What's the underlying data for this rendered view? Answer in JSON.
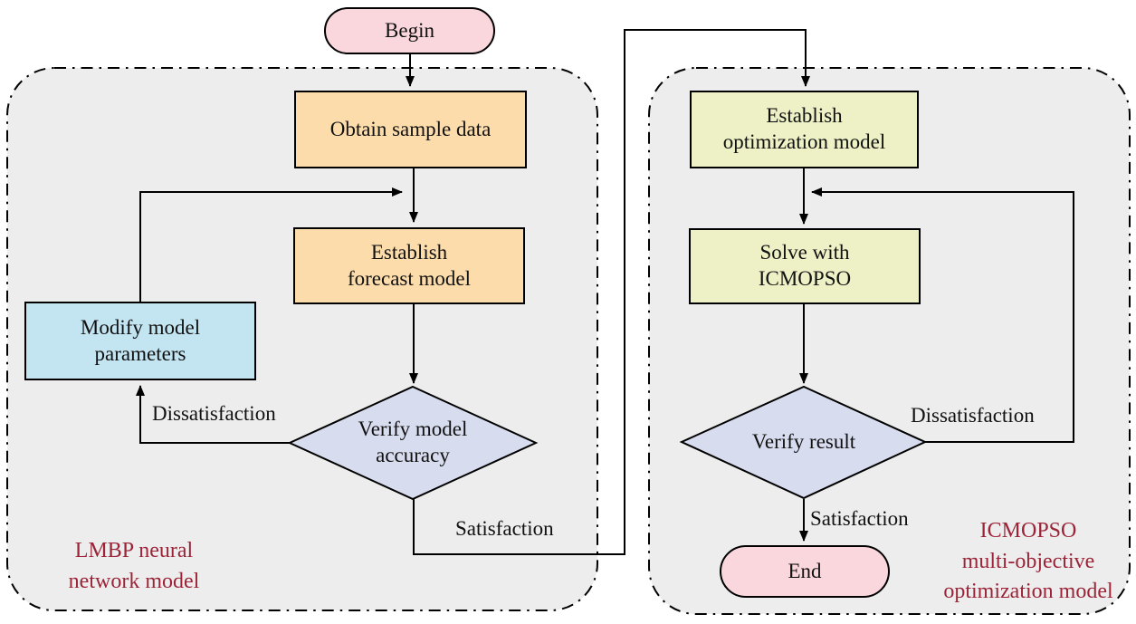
{
  "colors": {
    "panel_fill": "#ededed",
    "terminal_fill": "#f9d7dd",
    "process_left_fill": "#fcdcab",
    "modify_fill": "#c3e5f2",
    "decision_fill": "#d8dcef",
    "process_right_fill": "#eef0c6",
    "caption_text": "#9b2438",
    "line": "#000000"
  },
  "nodes": {
    "begin": {
      "label": "Begin"
    },
    "obtain_sample_data": {
      "label": "Obtain sample data"
    },
    "establish_forecast_model": {
      "line1": "Establish",
      "line2": "forecast model"
    },
    "modify_model_parameters": {
      "line1": "Modify model",
      "line2": "parameters"
    },
    "verify_model_accuracy": {
      "line1": "Verify model",
      "line2": "accuracy"
    },
    "establish_optimization_model": {
      "line1": "Establish",
      "line2": "optimization model"
    },
    "solve_with_icmopso": {
      "line1": "Solve with",
      "line2": "ICMOPSO"
    },
    "verify_result": {
      "label": "Verify result"
    },
    "end": {
      "label": "End"
    }
  },
  "edge_labels": {
    "left_dissatisfaction": "Dissatisfaction",
    "left_satisfaction": "Satisfaction",
    "right_dissatisfaction": "Dissatisfaction",
    "right_satisfaction": "Satisfaction"
  },
  "captions": {
    "left": {
      "line1": "LMBP neural",
      "line2": "network model"
    },
    "right": {
      "line1": "ICMOPSO",
      "line2": "multi-objective",
      "line3": "optimization model"
    }
  }
}
